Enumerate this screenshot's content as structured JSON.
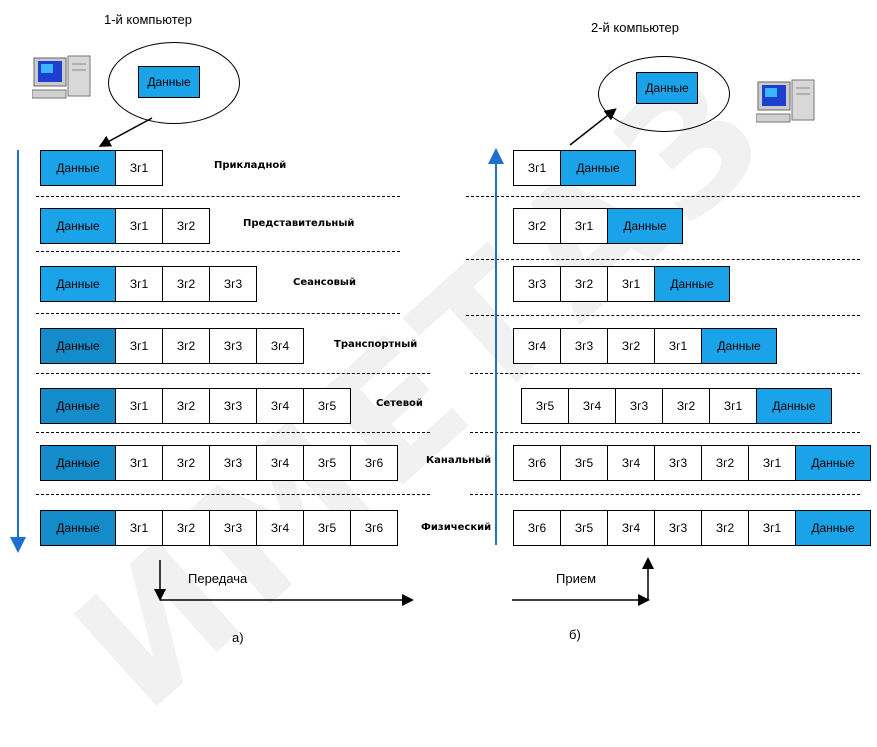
{
  "watermark": "ИМЕТАЗ",
  "data_label": "Данные",
  "left": {
    "computer_title": "1-й компьютер",
    "ellipse_label": "Данные",
    "caption": "а)",
    "arrow_label": "Передача",
    "layers": [
      {
        "name": "Прикладной",
        "headers": [
          "Зг1"
        ]
      },
      {
        "name": "Представительный",
        "headers": [
          "Зг1",
          "Зг2"
        ]
      },
      {
        "name": "Сеансовый",
        "headers": [
          "Зг1",
          "Зг2",
          "Зг3"
        ]
      },
      {
        "name": "Транспортный",
        "headers": [
          "Зг1",
          "Зг2",
          "Зг3",
          "Зг4"
        ]
      },
      {
        "name": "Сетевой",
        "headers": [
          "Зг1",
          "Зг2",
          "Зг3",
          "Зг4",
          "Зг5"
        ]
      },
      {
        "name": "Канальный",
        "headers": [
          "Зг1",
          "Зг2",
          "Зг3",
          "Зг4",
          "Зг5",
          "Зг6"
        ]
      },
      {
        "name": "Физический",
        "headers": [
          "Зг1",
          "Зг2",
          "Зг3",
          "Зг4",
          "Зг5",
          "Зг6"
        ]
      }
    ]
  },
  "right": {
    "computer_title": "2-й компьютер",
    "ellipse_label": "Данные",
    "caption": "б)",
    "arrow_label": "Прием",
    "layers": [
      {
        "headers": [
          "Зг1"
        ]
      },
      {
        "headers": [
          "Зг2",
          "Зг1"
        ]
      },
      {
        "headers": [
          "Зг3",
          "Зг2",
          "Зг1"
        ]
      },
      {
        "headers": [
          "Зг4",
          "Зг3",
          "Зг2",
          "Зг1"
        ]
      },
      {
        "headers": [
          "Зг5",
          "Зг4",
          "Зг3",
          "Зг2",
          "Зг1"
        ]
      },
      {
        "headers": [
          "Зг6",
          "Зг5",
          "Зг4",
          "Зг3",
          "Зг2",
          "Зг1"
        ]
      },
      {
        "headers": [
          "Зг6",
          "Зг5",
          "Зг4",
          "Зг3",
          "Зг2",
          "Зг1"
        ]
      }
    ]
  },
  "colors": {
    "data_fill": "#1aa3e8",
    "arrow_blue": "#1f6fd0",
    "watermark": "#f1f1f1"
  }
}
